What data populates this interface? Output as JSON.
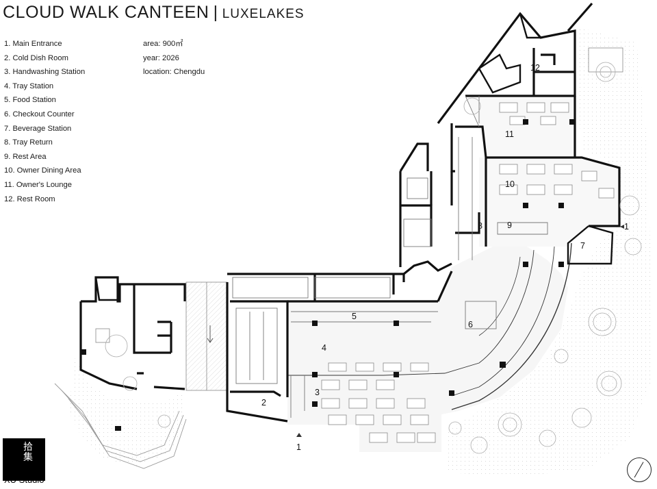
{
  "title": {
    "main": "CLOUD WALK CANTEEN",
    "separator": "|",
    "sub": "LUXELAKES"
  },
  "legend": [
    "1. Main Entrance",
    "2. Cold Dish Room",
    "3. Handwashing Station",
    "4. Tray Station",
    "5. Food Station",
    "6. Checkout Counter",
    "7. Beverage Station",
    "8. Tray Return",
    "9. Rest Area",
    "10. Owner Dining Area",
    "11. Owner's Lounge",
    "12. Rest Room"
  ],
  "info": {
    "area": "area: 900㎡",
    "year": "year: 2026",
    "location": "location: Chengdu"
  },
  "room_labels": {
    "entrance_south": "1",
    "entrance_east": "1",
    "cold_dish": "2",
    "handwash": "3",
    "tray_station": "4",
    "food_station": "5",
    "checkout": "6",
    "beverage": "7",
    "tray_return": "8",
    "rest_area": "9",
    "owner_dining": "10",
    "owner_lounge": "11",
    "rest_room": "12"
  },
  "logo": {
    "glyph": "拾集",
    "studio": "XU Studio"
  },
  "colors": {
    "wall": "#111111",
    "thin_line": "#8a8a8a",
    "paving": "#f1f1f1",
    "greenery": "#bdbdbd"
  },
  "icons": {
    "north_arrow": "north-arrow-icon",
    "logo": "xu-studio-logo-icon"
  }
}
